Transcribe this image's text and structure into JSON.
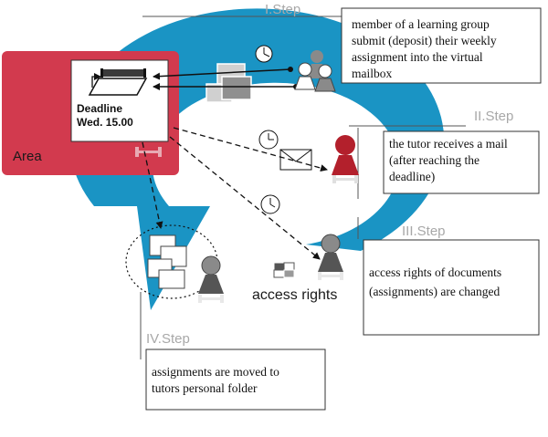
{
  "area": {
    "label": "Area"
  },
  "deadline": {
    "title": "Deadline",
    "time": "Wed. 15.00"
  },
  "steps": [
    {
      "label": "I.Step",
      "lines": [
        "member of a learning group",
        "submit (deposit) their weekly",
        "assignment into the virtual",
        "mailbox"
      ]
    },
    {
      "label": "II.Step",
      "lines": [
        "the tutor receives a mail",
        "(after reaching the",
        "deadline)"
      ]
    },
    {
      "label": "III.Step",
      "lines": [
        "access rights of documents",
        "(assignments) are changed"
      ]
    },
    {
      "label": "IV.Step",
      "lines": [
        "assignments are moved to",
        "tutors personal folder"
      ]
    }
  ],
  "access_rights": {
    "label": "access rights"
  },
  "colors": {
    "cycle_blue": "#1a94c4",
    "area_red": "#d23a4e",
    "tutor_red": "#b3202c",
    "figure_gray": "#8a8a8a",
    "step_gray": "#a8a8a8"
  }
}
